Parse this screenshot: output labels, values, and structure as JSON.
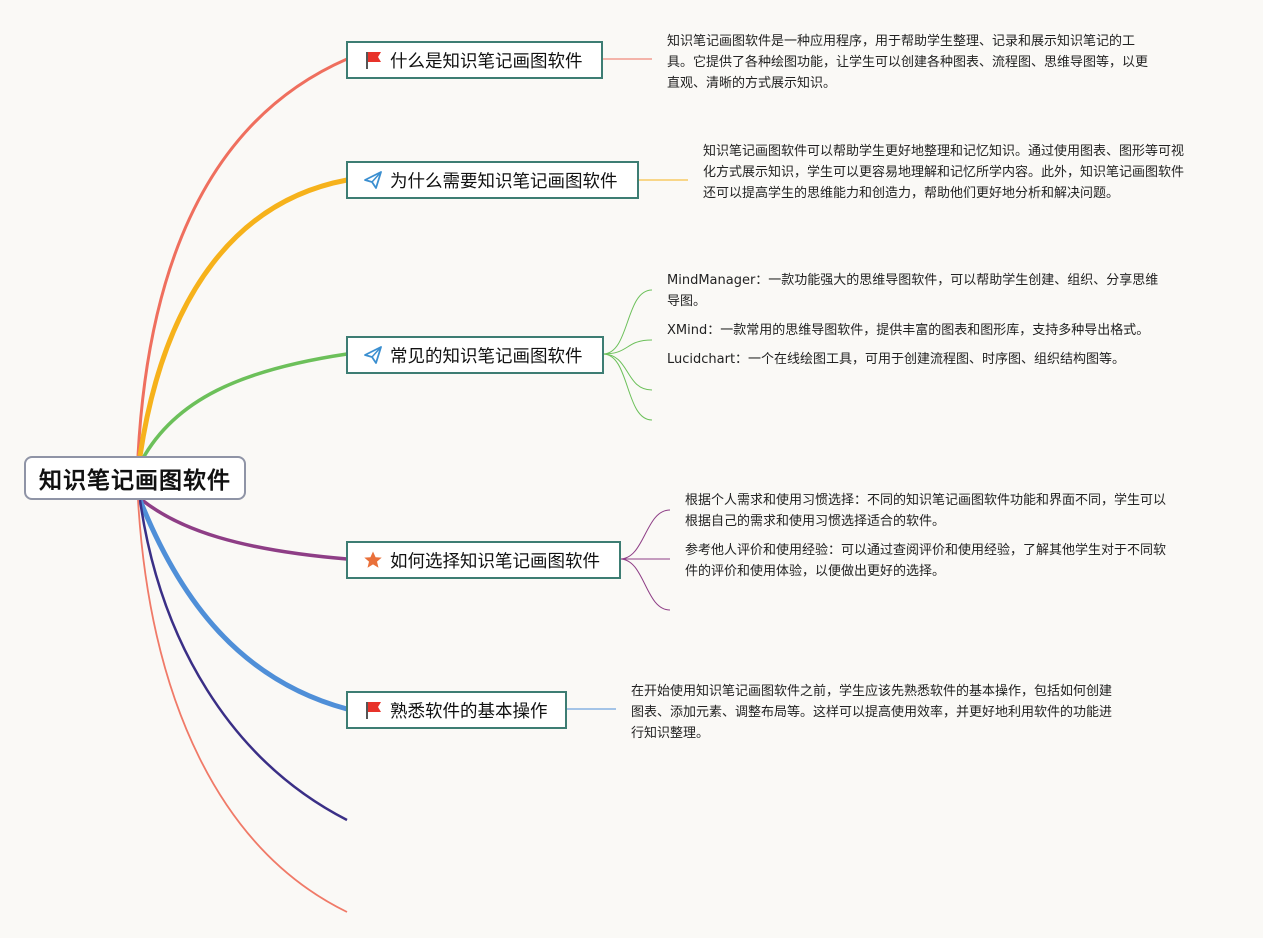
{
  "root": {
    "label": "知识笔记画图软件"
  },
  "topics": [
    {
      "label": "什么是知识笔记画图软件",
      "icon": "flag-icon",
      "color": "#ef6f5e",
      "notes": [
        "知识笔记画图软件是一种应用程序，用于帮助学生整理、记录和展示知识笔记的工具。它提供了各种绘图功能，让学生可以创建各种图表、流程图、思维导图等，以更直观、清晰的方式展示知识。"
      ]
    },
    {
      "label": "为什么需要知识笔记画图软件",
      "icon": "paper-plane-icon",
      "color": "#f6b21b",
      "notes": [
        "知识笔记画图软件可以帮助学生更好地整理和记忆知识。通过使用图表、图形等可视化方式展示知识，学生可以更容易地理解和记忆所学内容。此外，知识笔记画图软件还可以提高学生的思维能力和创造力，帮助他们更好地分析和解决问题。"
      ]
    },
    {
      "label": "常见的知识笔记画图软件",
      "icon": "paper-plane-icon",
      "color": "#6cc05a",
      "notes": [
        "MindManager：一款功能强大的思维导图软件，可以帮助学生创建、组织、分享思维导图。",
        "XMind：一款常用的思维导图软件，提供丰富的图表和图形库，支持多种导出格式。",
        "Lucidchart：一个在线绘图工具，可用于创建流程图、时序图、组织结构图等。"
      ]
    },
    {
      "label": "如何选择知识笔记画图软件",
      "icon": "star-icon",
      "color": "#8e3e86",
      "notes": [
        "根据个人需求和使用习惯选择：不同的知识笔记画图软件功能和界面不同，学生可以根据自己的需求和使用习惯选择适合的软件。",
        "参考他人评价和使用经验：可以通过查阅评价和使用经验，了解其他学生对于不同软件的评价和使用体验，以便做出更好的选择。"
      ]
    },
    {
      "label": "熟悉软件的基本操作",
      "icon": "flag-icon",
      "color": "#4f8fd8",
      "notes": [
        "在开始使用知识笔记画图软件之前，学生应该先熟悉软件的基本操作，包括如何创建图表、添加元素、调整布局等。这样可以提高使用效率，并更好地利用软件的功能进行知识整理。"
      ]
    }
  ],
  "extra_branch_colors": [
    "#3a2f86",
    "#f07a68"
  ],
  "icon_colors": {
    "flag": "#e8322a",
    "plane": "#3b8fd0",
    "star": "#e9703a"
  }
}
